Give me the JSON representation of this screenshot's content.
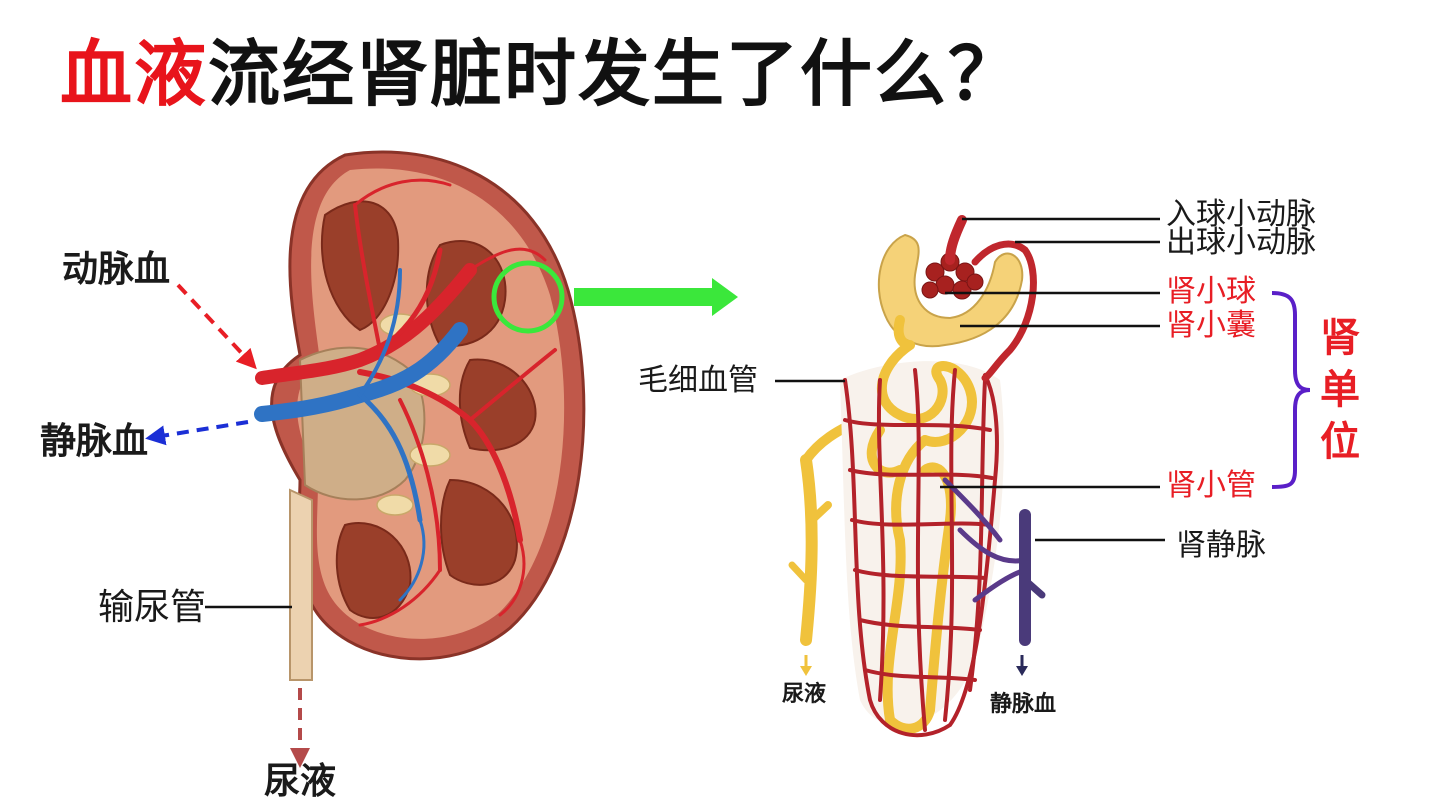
{
  "title": {
    "highlight": "血液",
    "rest": "流经肾脏时发生了什么？"
  },
  "kidney_labels": {
    "artery_blood": "动脉血",
    "vein_blood": "静脉血",
    "ureter": "输尿管",
    "urine": "尿液"
  },
  "nephron_labels": {
    "afferent_arteriole": "入球小动脉",
    "efferent_arteriole": "出球小动脉",
    "glomerulus": "肾小球",
    "bowman_capsule": "肾小囊",
    "capillaries": "毛细血管",
    "renal_tubule": "肾小管",
    "renal_vein": "肾静脉",
    "urine": "尿液",
    "vein_blood": "静脉血",
    "nephron": "肾单位"
  },
  "colors": {
    "title_highlight": "#e8141b",
    "artery": "#d8242c",
    "vein": "#2f73c4",
    "tubule": "#f0c23c",
    "highlight_circle": "#3be73b",
    "bracket": "#5a1fc8",
    "urine_arrow": "#b44a4a"
  }
}
